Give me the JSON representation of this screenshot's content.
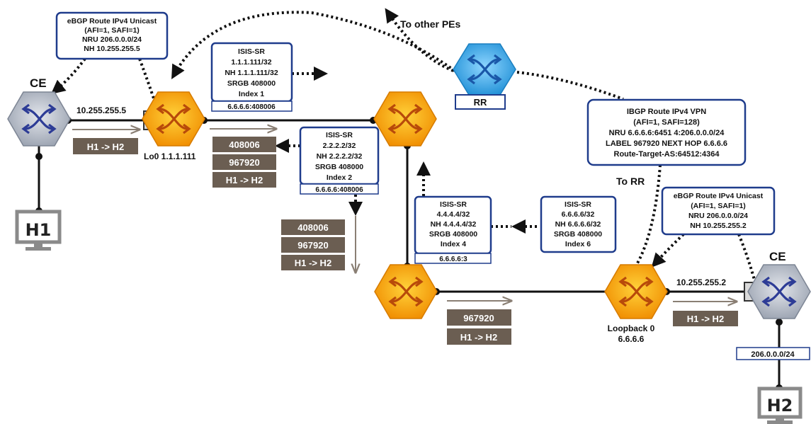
{
  "nodes": {
    "ce_left_label": "CE",
    "ce_right_label": "CE",
    "rr_label": "RR",
    "h1_label": "H1",
    "h2_label": "H2"
  },
  "annotations": {
    "to_other_pes": "To other PEs",
    "to_rr": "To RR",
    "left_link_ip": "10.255.255.5",
    "right_link_ip": "10.255.255.2",
    "lo0": "Lo0 1.1.1.111",
    "loopback0_line1": "Loopback 0",
    "loopback0_line2": "6.6.6.6",
    "prefix_h2": "206.0.0.0/24"
  },
  "callouts": {
    "ebgp_left": [
      "eBGP Route IPv4 Unicast",
      "(AFI=1, SAFI=1)",
      "NRU 206.0.0.0/24",
      "NH 10.255.255.5"
    ],
    "isis_1": [
      "ISIS-SR",
      "1.1.1.111/32",
      "NH 1.1.1.111/32",
      "SRGB 408000",
      "Index 1"
    ],
    "isis_1_tag": "6.6.6.6:408006",
    "isis_2": [
      "ISIS-SR",
      "2.2.2.2/32",
      "NH 2.2.2.2/32",
      "SRGB 408000",
      "Index 2"
    ],
    "isis_2_tag": "6.6.6.6:408006",
    "isis_4": [
      "ISIS-SR",
      "4.4.4.4/32",
      "NH 4.4.4.4/32",
      "SRGB 408000",
      "Index 4"
    ],
    "isis_4_tag": "6.6.6.6:3",
    "isis_6": [
      "ISIS-SR",
      "6.6.6.6/32",
      "NH 6.6.6.6/32",
      "SRGB 408000",
      "Index 6"
    ],
    "ibgp": [
      "IBGP Route IPv4 VPN",
      "(AFI=1, SAFI=128)",
      "NRU 6.6.6.6:6451  4:206.0.0.0/24",
      "LABEL 967920   NEXT HOP 6.6.6.6",
      "Route-Target-AS:64512:4364"
    ],
    "ebgp_right": [
      "eBGP Route IPv4 Unicast",
      "(AFI=1, SAFI=1)",
      "NRU 206.0.0.0/24",
      "NH 10.255.255.2"
    ]
  },
  "packets": {
    "p1": [
      "H1 -> H2"
    ],
    "p2": [
      "408006",
      "967920",
      "H1 -> H2"
    ],
    "p3": [
      "408006",
      "967920",
      "H1 -> H2"
    ],
    "p4": [
      "967920",
      "H1 -> H2"
    ],
    "p5": [
      "H1 -> H2"
    ]
  },
  "colors": {
    "box_border": "#1f3c8c",
    "packet_fill": "#6b5e52",
    "router_fill": "#f5a800",
    "rr_fill": "#36a6e0",
    "ce_fill": "#a9b1bf",
    "link": "#111111"
  }
}
